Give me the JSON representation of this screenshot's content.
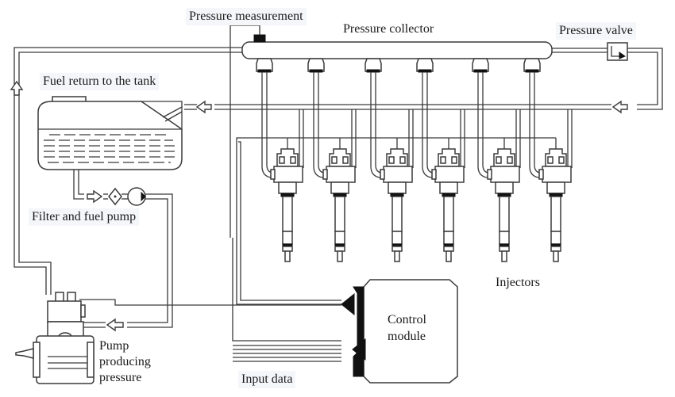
{
  "diagram": {
    "title": "Common rail diesel fuel injection system",
    "labels": {
      "pressure_measurement": "Pressure measurement",
      "pressure_collector": "Pressure collector",
      "pressure_valve": "Pressure valve",
      "fuel_return": "Fuel return to the tank",
      "filter_pump": "Filter and fuel pump",
      "injectors": "Injectors",
      "control_module_line1": "Control",
      "control_module_line2": "module",
      "pump_line1": "Pump",
      "pump_line2": "producing",
      "pump_line3": "pressure",
      "input_data": "Input data"
    },
    "components": [
      {
        "id": "fuel-tank",
        "name": "Fuel tank"
      },
      {
        "id": "filter",
        "name": "Fuel filter"
      },
      {
        "id": "fuel-pump",
        "name": "Fuel pump"
      },
      {
        "id": "high-pressure-pump",
        "name": "Pump producing pressure"
      },
      {
        "id": "pressure-collector",
        "name": "Pressure collector (common rail)"
      },
      {
        "id": "pressure-sensor",
        "name": "Pressure measurement sensor"
      },
      {
        "id": "pressure-valve",
        "name": "Pressure valve"
      },
      {
        "id": "injectors",
        "name": "Injectors",
        "count": 6
      },
      {
        "id": "control-module",
        "name": "Control module"
      }
    ],
    "input_data_line_count": 6,
    "colors": {
      "line": "#3a3a3a",
      "solid": "#111111",
      "label_bg": "#f4f6f9",
      "text": "#1a1a1a"
    }
  }
}
